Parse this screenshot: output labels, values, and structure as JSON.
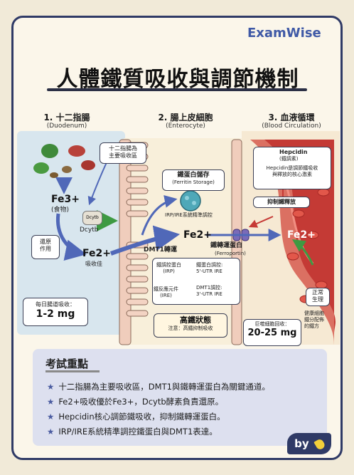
{
  "brand": "ExamWise",
  "title": "人體鐵質吸收與調節機制",
  "columns": [
    {
      "title": "1. 十二指腸",
      "subtitle": "(Duodenum)"
    },
    {
      "title": "2. 腸上皮細胞",
      "subtitle": "(Enterocyte)"
    },
    {
      "title": "3. 血液循環",
      "subtitle": "(Blood Circulation)"
    }
  ],
  "duodenum": {
    "site_note": "十二指腸為\n主要吸收區",
    "fe3": "Fe3+",
    "fe3_sub": "(食物)",
    "dcytb_icon_text": "Dcytb",
    "dcytb": "Dcytb",
    "reduction": "還原\n作用",
    "fe2": "Fe2+",
    "fe2_sub": "吸收佳",
    "daily_label": "每日腸道吸收：",
    "daily_value": "1-2 mg"
  },
  "enterocyte": {
    "ferritin_title": "鐵蛋白儲存",
    "ferritin_sub": "(Ferritin Storage)",
    "irp_note": "IRP/IRE系統精準調控",
    "dmt1": "DMT1轉運",
    "fe2": "Fe2+",
    "irp": "鐵調控蛋白\n(IRP)",
    "ire": "鐵反應元件\n(IRE)",
    "ferritin_reg": "鐵蛋白調控:\n5'-UTR IRE",
    "dmt1_reg": "DMT1調控:\n3'-UTR IRE",
    "high_iron": "高鐵狀態",
    "high_iron_note": "注意：高鐵抑制吸收",
    "ferroportin": "鐵轉運蛋白",
    "ferroportin_sub": "(Ferroportin)"
  },
  "blood": {
    "hepcidin": "Hepcidin",
    "hepcidin_sub": "(鐵調素)",
    "hepcidin_note": "Hepcidin是調節鐵吸收\n與釋放的核心激素",
    "inhibit": "抑制鐵釋放",
    "fe2": "Fe2+",
    "normal": "正常\n生理",
    "recycle_label": "巨噬細胞回收：",
    "recycle_value": "20-25 mg",
    "healthy_note": "健康細胞\n鐵分配佈\n的鐵方"
  },
  "key_points": {
    "title": "考試重點",
    "items": [
      "十二指腸為主要吸收區，DMT1與鐵轉運蛋白為關鍵通道。",
      "Fe2+吸收優於Fe3+，Dcytb酵素負責還原。",
      "Hepcidin核心調節鐵吸收，抑制鐵轉運蛋白。",
      "IRP/IRE系統精準調控鐵蛋白與DMT1表達。"
    ]
  },
  "footer": {
    "by": "by",
    "icon": "banana-icon"
  },
  "colors": {
    "navy": "#2f3a66",
    "accent": "#3f59a6",
    "blood": "#c63a36",
    "green": "#3e9a42",
    "warn": "#f2b531",
    "arrow": "#5068b8"
  }
}
